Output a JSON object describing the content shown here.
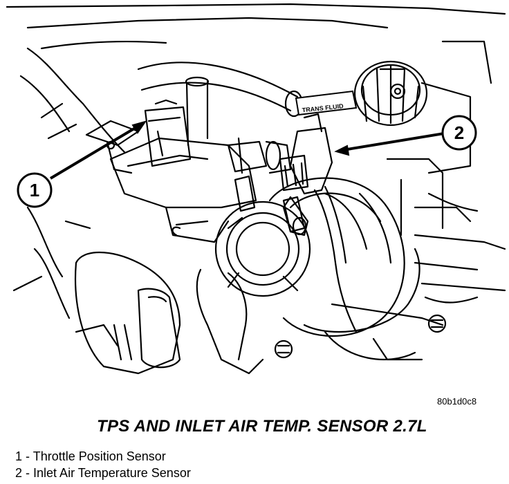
{
  "figure": {
    "code": "80b1d0c8",
    "title": "TPS AND INLET AIR TEMP. SENSOR 2.7L",
    "tag_label": "TRANS FLUID"
  },
  "callouts": [
    {
      "number": "1",
      "text": "Throttle Position Sensor"
    },
    {
      "number": "2",
      "text": "Inlet Air Temperature Sensor"
    }
  ]
}
